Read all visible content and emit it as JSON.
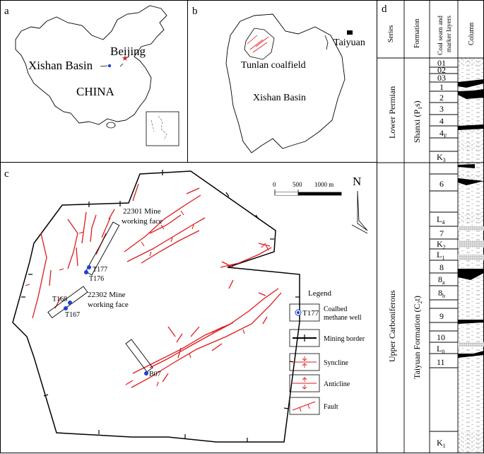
{
  "panel_a": {
    "letter": "a",
    "beijing": "Beijing",
    "xishan_basin": "Xishan Basin",
    "country": "CHINA"
  },
  "panel_b": {
    "letter": "b",
    "taiyuan": "Taiyuan",
    "tunlan": "Tunlan coalfield",
    "xishan_basin": "Xishan Basin"
  },
  "panel_c": {
    "letter": "c",
    "scale_0": "0",
    "scale_500": "500",
    "scale_1000": "1000 m",
    "north": "N",
    "face_22301_line1": "22301 Mine",
    "face_22301_line2": "working face",
    "face_22302_line1": "22302 Mine",
    "face_22302_line2": "working face",
    "wells": {
      "t177": "T177",
      "t176": "T176",
      "t168": "T168",
      "t167": "T167",
      "b07": "B07"
    },
    "legend": {
      "title": "Legend",
      "well_code": "T177",
      "well_line1": "Coalbed",
      "well_line2": "methane well",
      "mining_border": "Mining border",
      "syncline": "Syncline",
      "anticline": "Anticline",
      "fault": "Fault"
    },
    "colors": {
      "fault": "#e0191c",
      "well": "#1e3fd6"
    }
  },
  "panel_d": {
    "letter": "d",
    "headers": {
      "series": "Series",
      "formation": "Formation",
      "coal_line1": "Coal seam and",
      "coal_line2": "marker layers",
      "column": "Column"
    },
    "series": {
      "lower_permian": "Lower Permian",
      "upper_carboniferous": "Upper Carboniferous"
    },
    "formations": {
      "shanxi_name": "Shanxi (P",
      "shanxi_sub": "1",
      "shanxi_code": "s)",
      "taiyuan_name": "Taiyuan Formation (C",
      "taiyuan_sub": "2",
      "taiyuan_code": "t)"
    },
    "layers": {
      "l01": "01",
      "l02": "02",
      "l03": "03",
      "l1": "1",
      "l2": "2",
      "l3": "3",
      "l4": "4",
      "l4f": "4",
      "l4f_sub": "F",
      "k3": "K",
      "k3_sub": "3",
      "l6": "6",
      "L4": "L",
      "L4_sub": "4",
      "l7": "7",
      "k2": "K",
      "k2_sub": "2",
      "L1": "L",
      "L1_sub": "1",
      "l8": "8",
      "l8a": "8",
      "l8a_sub": "a",
      "l8b": "8",
      "l8b_sub": "b",
      "l9": "9",
      "l10": "10",
      "L0": "L",
      "L0_sub": "0",
      "l11": "11",
      "k1": "K",
      "k1_sub": "1"
    }
  }
}
